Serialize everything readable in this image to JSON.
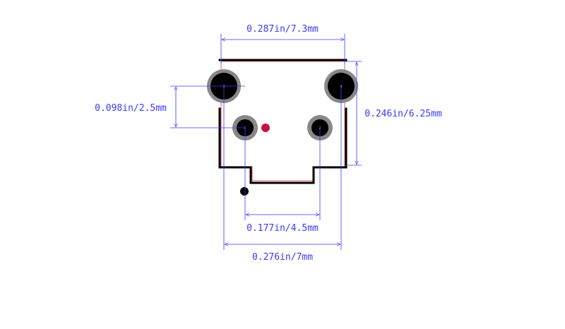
{
  "dimensions": {
    "top_width": "0.287in/7.3mm",
    "pad_pitch_vertical": "0.098in/2.5mm",
    "overall_height": "0.246in/6.25mm",
    "pad_pitch_horizontal": "0.177in/4.5mm",
    "overall_width": "0.276in/7mm"
  },
  "pads": {
    "pad1": "1",
    "pad2": "2",
    "pad3": "3",
    "pad4": "4"
  },
  "colors": {
    "dimension": "#3a3aff",
    "outline": "#000000",
    "courtyard": "#e06060",
    "pad_ring": "#888888",
    "pad_hole": "#000000",
    "marker": "#c8103c"
  }
}
